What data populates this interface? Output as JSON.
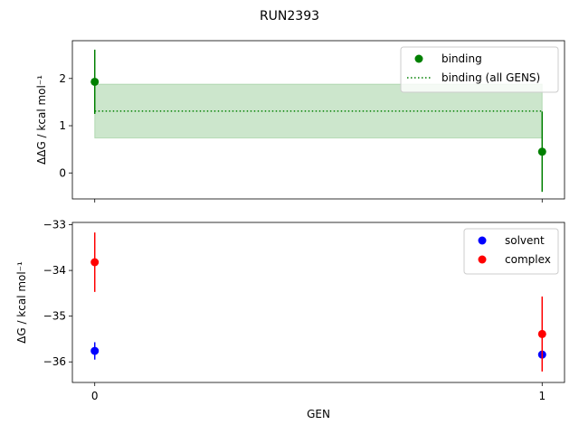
{
  "title": "RUN2393",
  "chart_data": [
    {
      "type": "scatter",
      "panel": "top",
      "ylabel": "ΔΔG / kcal mol⁻¹",
      "xlabel": "",
      "xlim": [
        -0.05,
        1.05
      ],
      "ylim": [
        -0.55,
        2.8
      ],
      "xticks": [
        0,
        1
      ],
      "yticks": [
        0,
        1,
        2
      ],
      "grid": false,
      "legend_position": "top-right",
      "series": [
        {
          "name": "binding",
          "kind": "points-with-errorbars",
          "color": "#008000",
          "x": [
            0,
            1
          ],
          "y": [
            1.93,
            0.45
          ],
          "yerr": [
            0.68,
            0.85
          ]
        },
        {
          "name": "binding (all GENS)",
          "kind": "dotted-line-with-band",
          "color": "#008000",
          "band_color": "#008000",
          "x": [
            0,
            1
          ],
          "y": 1.31,
          "band": [
            0.74,
            1.88
          ]
        }
      ]
    },
    {
      "type": "scatter",
      "panel": "bottom",
      "ylabel": "ΔG / kcal mol⁻¹",
      "xlabel": "GEN",
      "xlim": [
        -0.05,
        1.05
      ],
      "ylim": [
        -36.45,
        -32.95
      ],
      "xticks": [
        0,
        1
      ],
      "yticks": [
        -33,
        -34,
        -35,
        -36
      ],
      "grid": false,
      "legend_position": "top-right",
      "series": [
        {
          "name": "solvent",
          "kind": "points-with-errorbars",
          "color": "#0000ff",
          "x": [
            0,
            1
          ],
          "y": [
            -35.76,
            -35.84
          ],
          "yerr": [
            0.19,
            0.06
          ]
        },
        {
          "name": "complex",
          "kind": "points-with-errorbars",
          "color": "#ff0000",
          "x": [
            0,
            1
          ],
          "y": [
            -33.82,
            -35.39
          ],
          "yerr": [
            0.65,
            0.82
          ]
        }
      ]
    }
  ]
}
